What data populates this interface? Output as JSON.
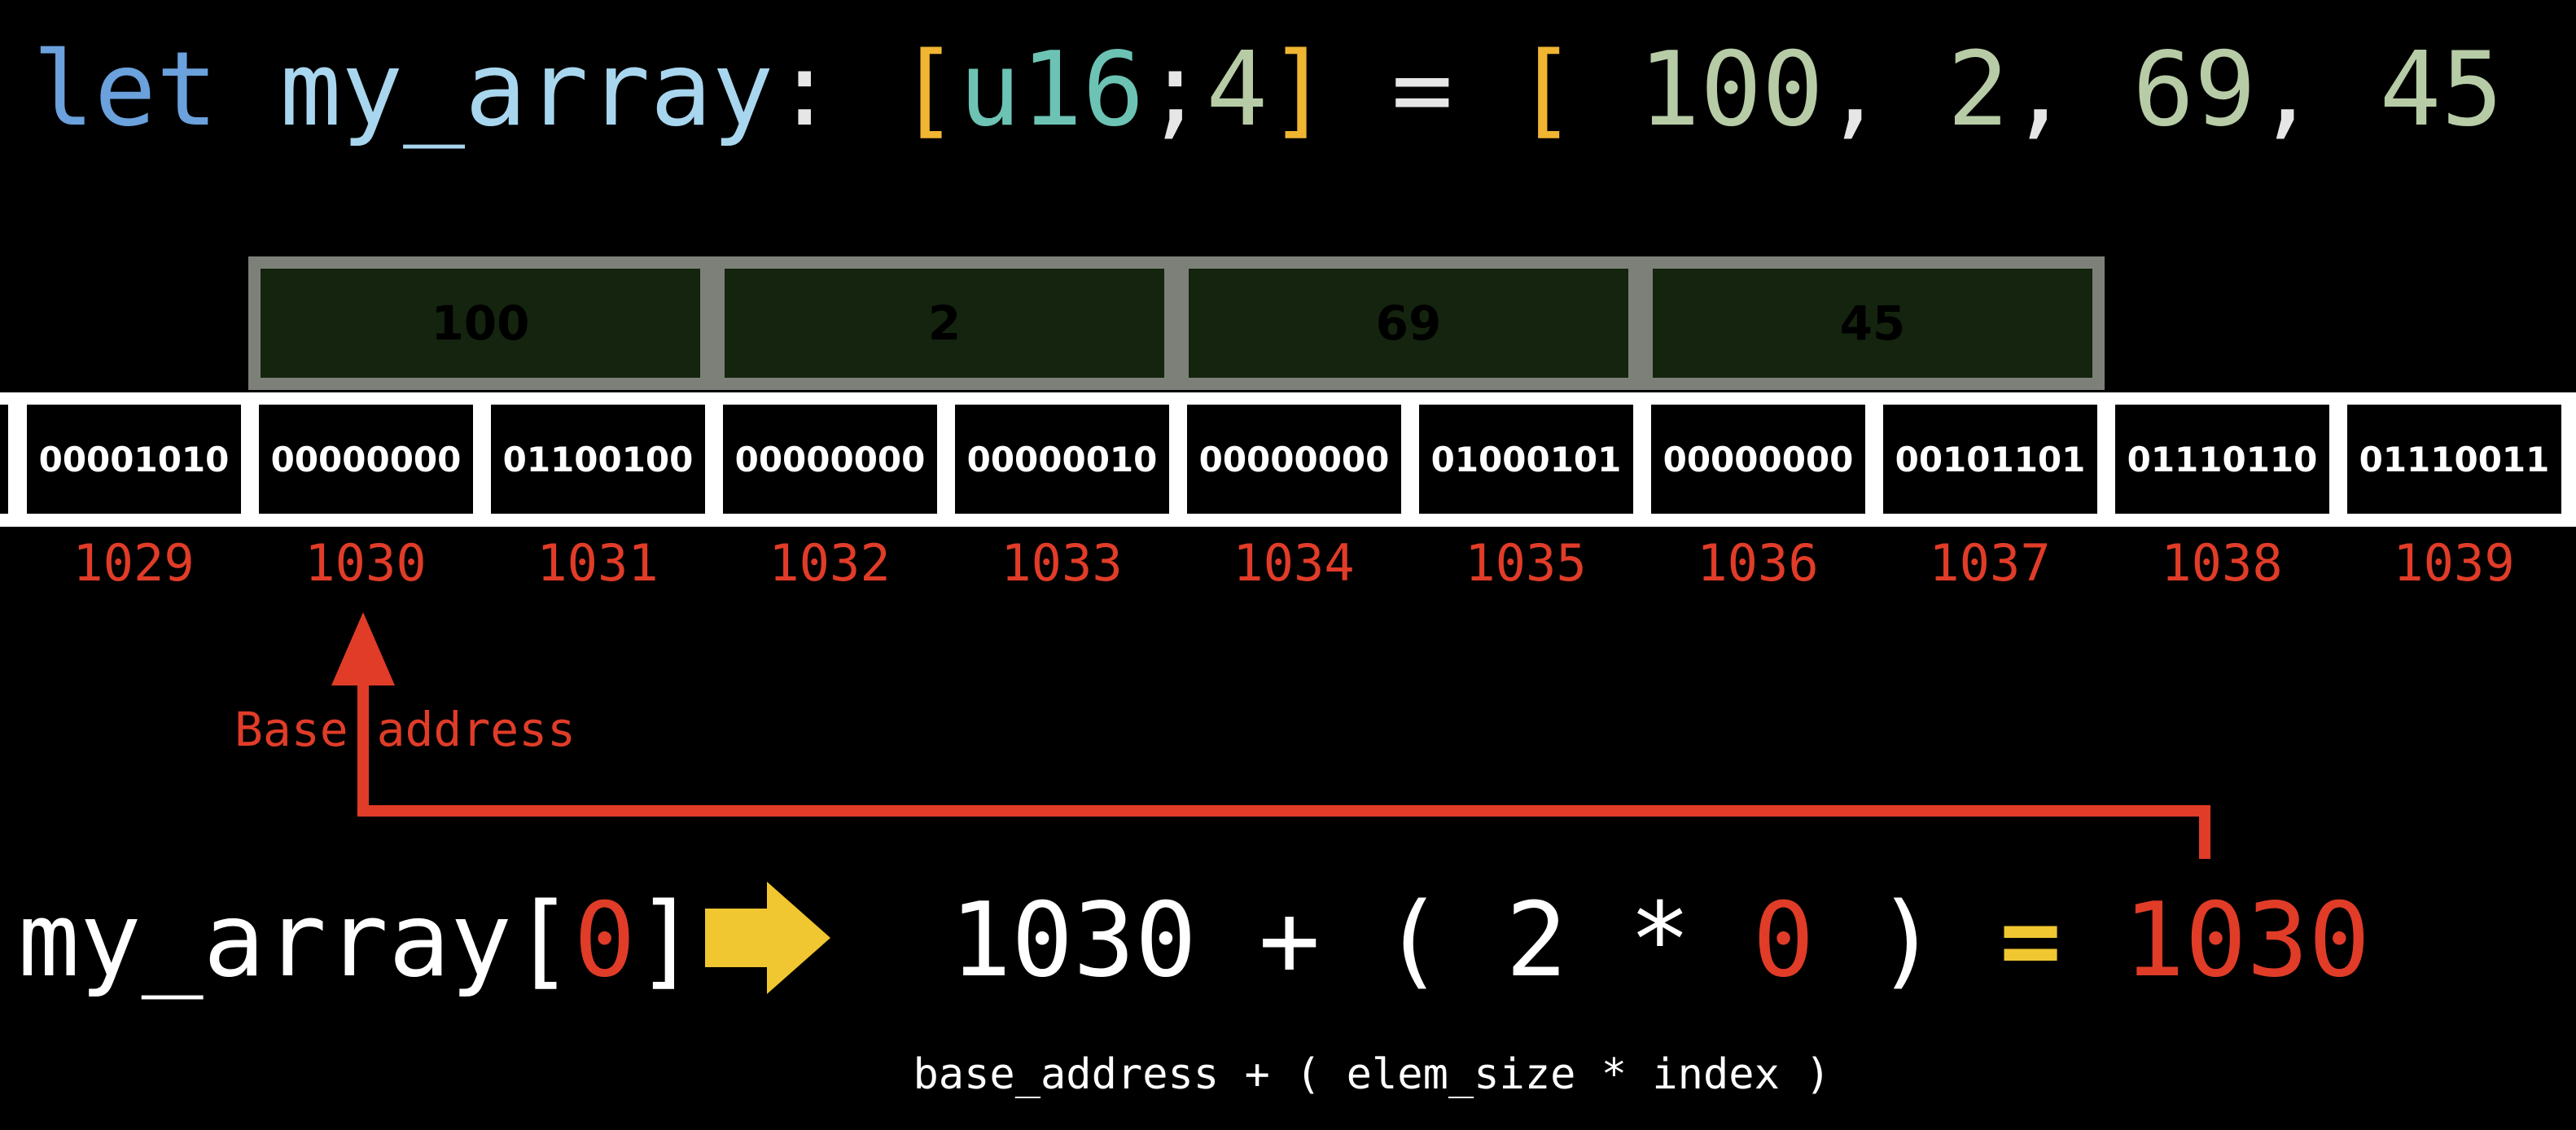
{
  "code_line": {
    "keyword": "let",
    "identifier": "my_array",
    "colon": ":",
    "open_bracket": "[",
    "type": "u16",
    "semicolon_inner": ";",
    "length": "4",
    "close_bracket": "]",
    "equals": "=",
    "values_open": "[",
    "v0": "100",
    "sep0": ",",
    "v1": "2",
    "sep1": ",",
    "v2": "69",
    "sep2": ",",
    "v3": "45",
    "values_close": "]",
    "terminator": ";"
  },
  "elements": [
    "100",
    "2",
    "69",
    "45"
  ],
  "bytes": [
    "00001010",
    "00000000",
    "01100100",
    "00000000",
    "00000010",
    "00000000",
    "01000101",
    "00000000",
    "00101101",
    "01110110",
    "01110011"
  ],
  "addresses": [
    "1029",
    "1030",
    "1031",
    "1032",
    "1033",
    "1034",
    "1035",
    "1036",
    "1037",
    "1038",
    "1039"
  ],
  "base_label": "Base address",
  "expression": {
    "lhs_name": "my_array[",
    "lhs_index": "0",
    "lhs_close": "]",
    "base": "1030",
    "plus": "+",
    "open_paren": "(",
    "size": "2",
    "times": "*",
    "index": "0",
    "close_paren": ")",
    "equals": "=",
    "result": "1030"
  },
  "formula": "base_address + ( elem_size * index )",
  "colors": {
    "keyword": "#6ba1dc",
    "identifier": "#a8d6ee",
    "type": "#6cc3b4",
    "bracket": "#f0b531",
    "number": "#b7cca6",
    "address_red": "#e03c28",
    "arrow_yellow": "#f0c631",
    "element_fill": "#14240e",
    "element_border": "#7d8079"
  }
}
